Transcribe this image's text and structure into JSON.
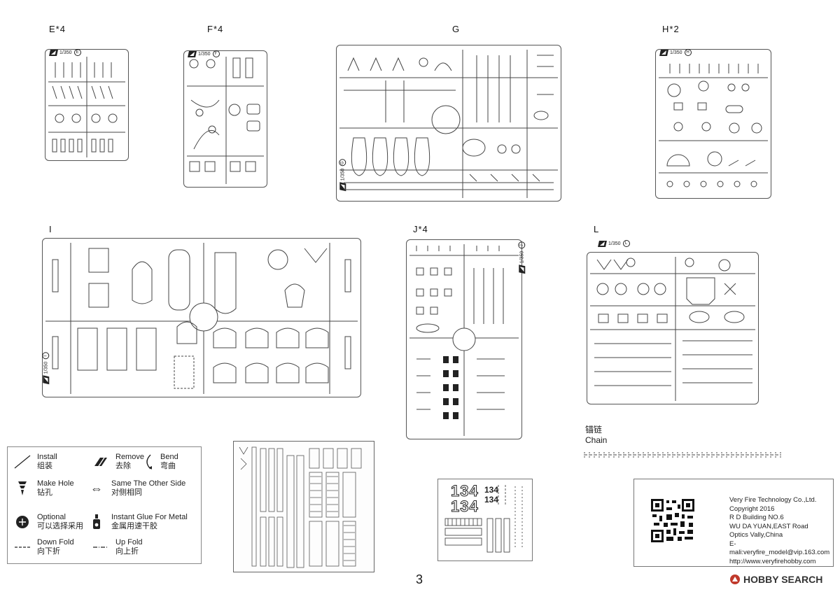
{
  "sprues": {
    "e": {
      "label": "E*4",
      "scale": "1/350",
      "circle": "E"
    },
    "f": {
      "label": "F*4",
      "scale": "1/350",
      "circle": "F"
    },
    "g": {
      "label": "G",
      "scale": "1/350",
      "circle": "G"
    },
    "h": {
      "label": "H*2",
      "scale": "1/350",
      "circle": "H"
    },
    "i": {
      "label": "I",
      "scale": "1/350",
      "circle": "I"
    },
    "j": {
      "label": "J*4",
      "scale": "1/350",
      "circle": "J"
    },
    "l": {
      "label": "L",
      "scale": "1/350",
      "circle": "L"
    }
  },
  "chain": {
    "label_cn": "锚链",
    "label": "Chain"
  },
  "legend": {
    "install": {
      "en": "Install",
      "cn": "组装"
    },
    "remove": {
      "en": "Remove",
      "cn": "去除"
    },
    "bend": {
      "en": "Bend",
      "cn": "弯曲"
    },
    "make_hole": {
      "en": "Make Hole",
      "cn": "钻孔"
    },
    "same_side": {
      "en": "Same The Other Side",
      "cn": "对侧相同"
    },
    "optional": {
      "en": "Optional",
      "cn": "可以选择采用"
    },
    "glue": {
      "en": "Instant Glue For Metal",
      "cn": "金属用速干胶"
    },
    "down_fold": {
      "en": "Down Fold",
      "cn": "向下折"
    },
    "up_fold": {
      "en": "Up Fold",
      "cn": "向上折"
    }
  },
  "decal": {
    "numbers": [
      "134",
      "134"
    ],
    "small_numbers": [
      "134",
      "134"
    ]
  },
  "company": {
    "lines": [
      "Very Fire Technology Co.,Ltd.",
      "Copyright 2016",
      "R D Building NO.6",
      "WU DA YUAN,EAST Road",
      "Optics Vally,China",
      "E-mali:veryfire_model@vip.163.com",
      "http://www.veryfirehobby.com"
    ]
  },
  "page_number": "3",
  "watermark": "HOBBY SEARCH"
}
